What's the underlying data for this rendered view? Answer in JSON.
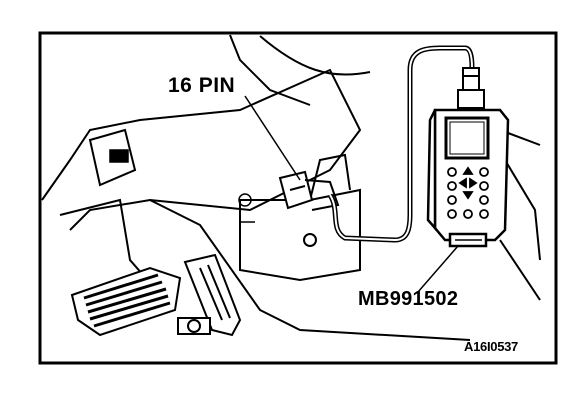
{
  "labels": {
    "connector": "16 PIN",
    "tool": "MB991502",
    "figure_code": "A16I0537"
  },
  "colors": {
    "ink": "#000000",
    "paper": "#ffffff",
    "shade": "#cfcfcf"
  }
}
